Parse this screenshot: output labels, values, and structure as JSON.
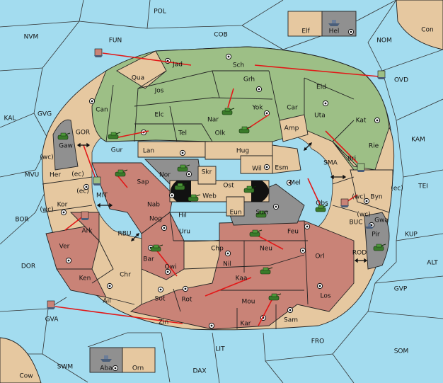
{
  "colors": {
    "sea": "#a3dcef",
    "tan": "#e6c8a0",
    "green": "#9dbf86",
    "red": "#c98377",
    "grey": "#909090",
    "order": "#e21818",
    "unit": "#3a7a2a"
  },
  "icons": {
    "supply_center": "circle-dot-icon",
    "army": "tank-icon",
    "fleet": "ship-icon",
    "convoy": "bidirectional-arrow-icon"
  },
  "sea_labels": [
    "POL",
    "NVM",
    "FUN",
    "COB",
    "NOM",
    "Con",
    "KAL",
    "GVG",
    "KAM",
    "TEI",
    "MVU",
    "BOR",
    "DOR",
    "ALT",
    "KUP",
    "GVP",
    "SOM",
    "FRO",
    "LIT",
    "DAX",
    "SWM",
    "Cow",
    "GVA",
    "OVD",
    "GOR",
    "MIT",
    "RBU",
    "SMA",
    "BUC",
    "ROD"
  ],
  "land_labels": [
    "Jad",
    "Sch",
    "Qua",
    "Jos",
    "Grh",
    "Eld",
    "Can",
    "Elc",
    "Nar",
    "Yok",
    "Car",
    "Uta",
    "Kat",
    "Gaw",
    "Tel",
    "Olk",
    "Amp",
    "Gur",
    "Lan",
    "Hug",
    "Bri",
    "Rie",
    "Her",
    "Sap",
    "Nor",
    "Skr",
    "Ost",
    "Wil",
    "Esm",
    "Kor",
    "Web",
    "Mel",
    "Nab",
    "Eun",
    "Sun",
    "Obs",
    "Byn",
    "Hil",
    "Ark",
    "Nog",
    "Uru",
    "Feu",
    "Pir",
    "Gwa",
    "Ver",
    "Chp",
    "Neu",
    "Orl",
    "Bar",
    "Qwi",
    "Nil",
    "Ken",
    "Chr",
    "Kaa",
    "Rot",
    "Sot",
    "Ail",
    "Mou",
    "Los",
    "Zin",
    "Kar",
    "Sam",
    "Elf",
    "Hel",
    "Aba",
    "Orn"
  ],
  "coast_tags": [
    "(wc)",
    "(ec)",
    "(ec)",
    "(wc)",
    "(wc)",
    "(ec)",
    "(wc)"
  ]
}
